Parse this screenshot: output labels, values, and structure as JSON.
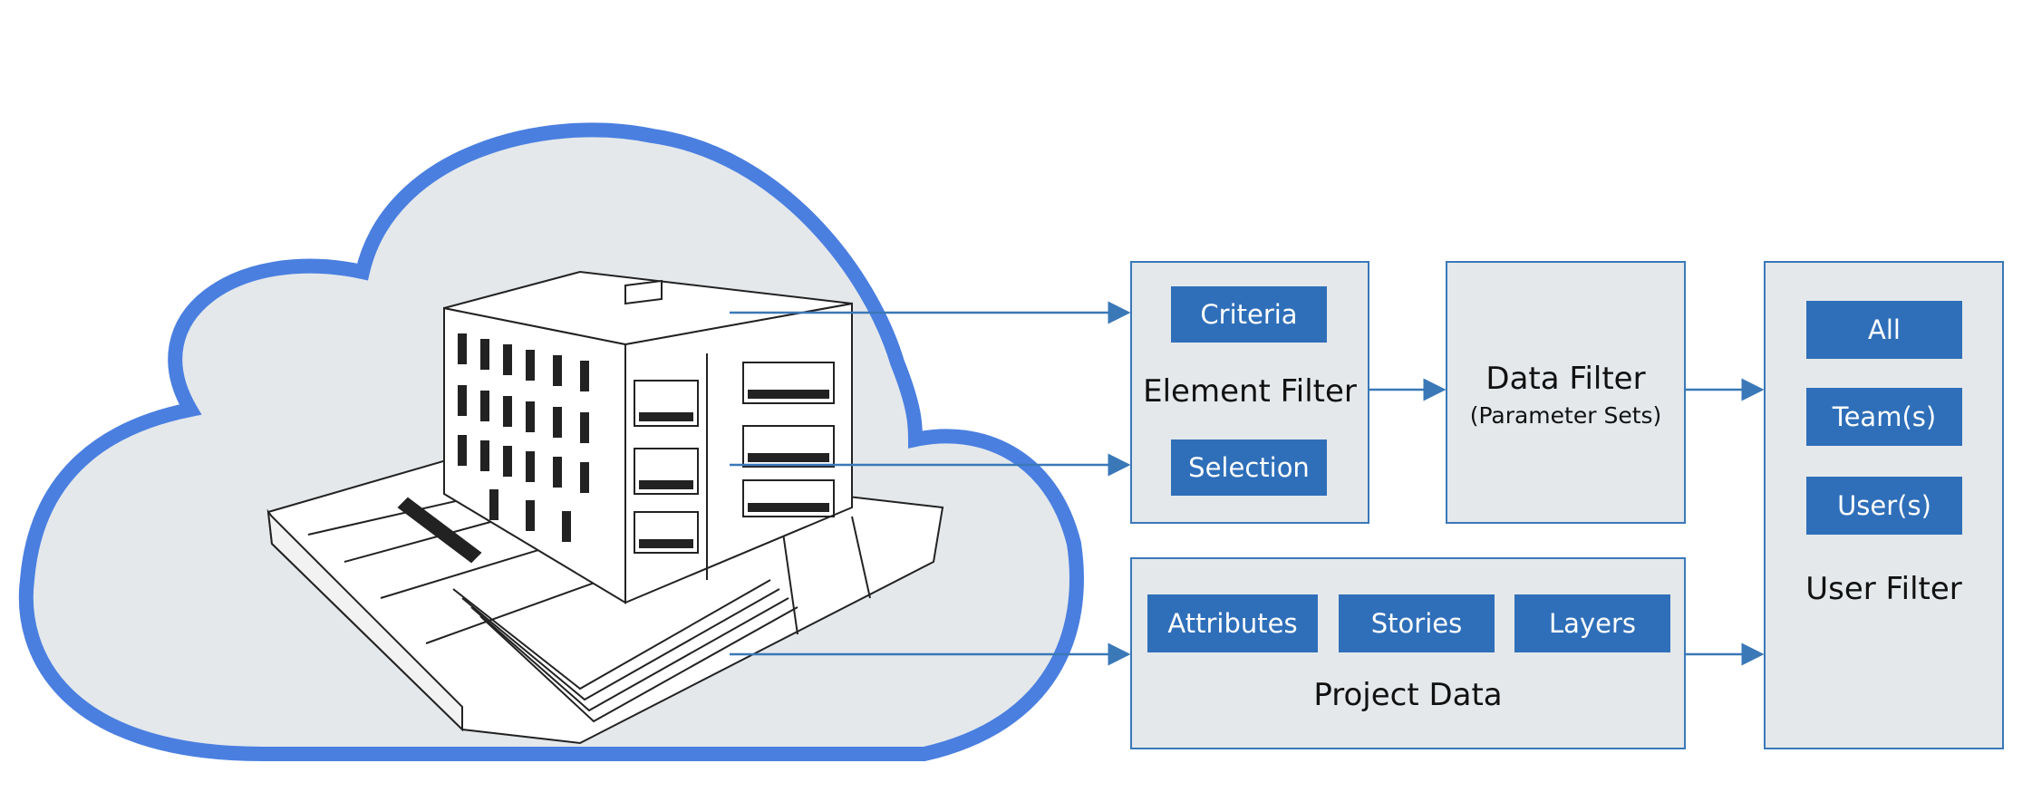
{
  "colors": {
    "cloud_fill": "#e4e8eb",
    "cloud_outline": "#4a7fe0",
    "box_fill": "#e4e8eb",
    "box_border": "#3a78b8",
    "button_fill": "#2f6fb9",
    "button_text": "#ffffff",
    "arrow": "#3a78b8"
  },
  "element_filter": {
    "title": "Element Filter",
    "buttons": [
      "Criteria",
      "Selection"
    ]
  },
  "data_filter": {
    "title": "Data Filter",
    "subtitle": "(Parameter Sets)"
  },
  "project_data": {
    "title": "Project Data",
    "buttons": [
      "Attributes",
      "Stories",
      "Layers"
    ]
  },
  "user_filter": {
    "title": "User Filter",
    "buttons": [
      "All",
      "Team(s)",
      "User(s)"
    ]
  }
}
